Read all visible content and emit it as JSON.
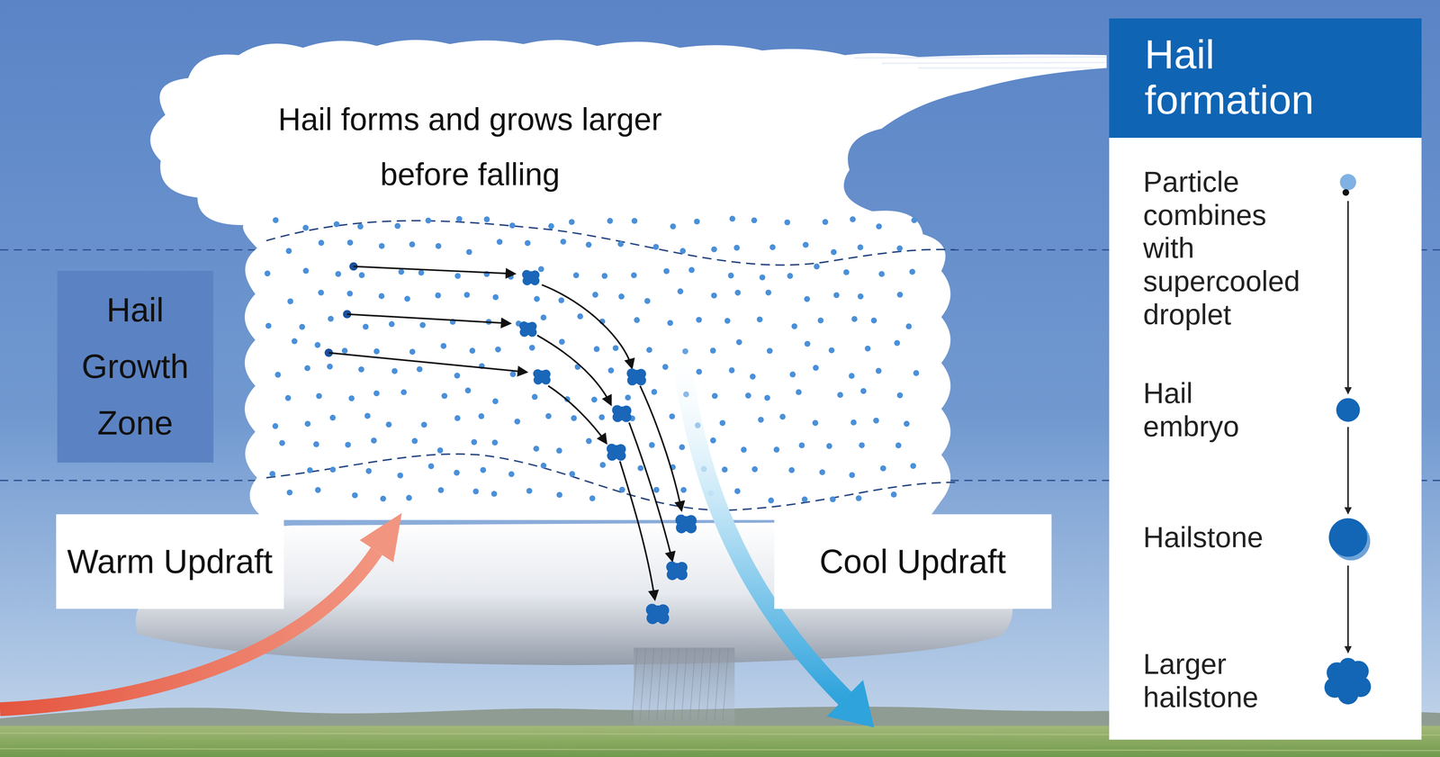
{
  "diagram": {
    "title": "Hail formation",
    "nodes": [
      {
        "text": [
          "Hail Growth Zone"
        ]
      },
      {
        "text": [
          "Warm Updraft"
        ]
      },
      {
        "text": [
          "Cool Updraft"
        ]
      }
    ],
    "labels": [
      "Hail forms and grows larger before falling"
    ],
    "legend": [
      {
        "text": "Particle combines with supercooled droplet"
      },
      {
        "text": "Hail embryo"
      },
      {
        "text": "Hailstone"
      },
      {
        "text": "Larger hailstone"
      }
    ]
  }
}
